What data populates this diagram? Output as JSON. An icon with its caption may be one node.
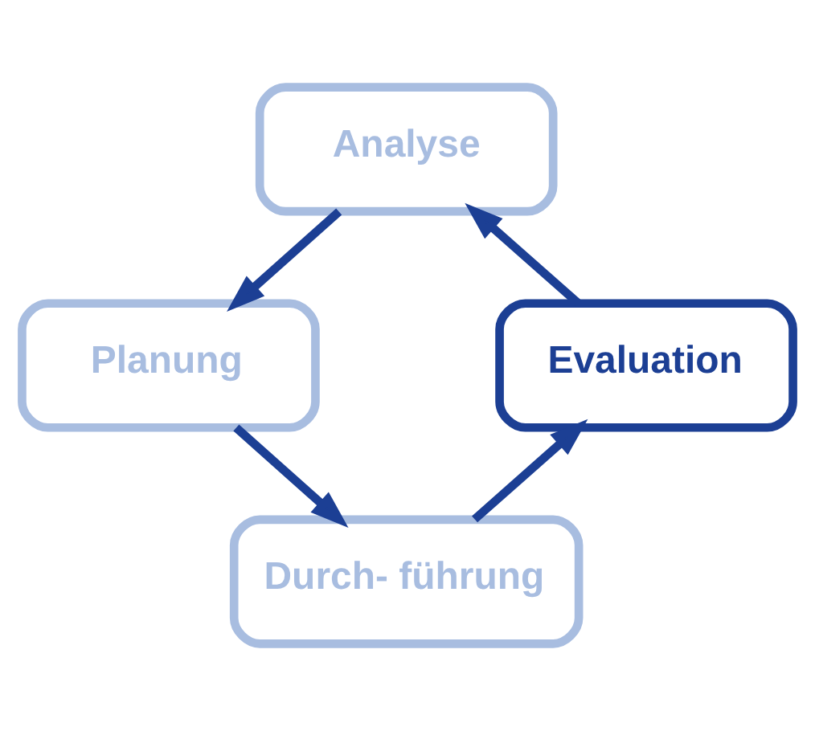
{
  "diagram": {
    "nodes": [
      {
        "text": [
          "Analyse"
        ]
      },
      {
        "text": [
          "Planung"
        ]
      },
      {
        "text": [
          "Durch- führung"
        ]
      },
      {
        "text": [
          "Evaluation"
        ]
      }
    ],
    "edges": [
      {
        "from": 0,
        "to": 1,
        "arrow": "to"
      },
      {
        "from": 1,
        "to": 2,
        "arrow": "to"
      },
      {
        "from": 2,
        "to": 3,
        "arrow": "to"
      },
      {
        "from": 3,
        "to": 0,
        "arrow": "to"
      }
    ]
  }
}
